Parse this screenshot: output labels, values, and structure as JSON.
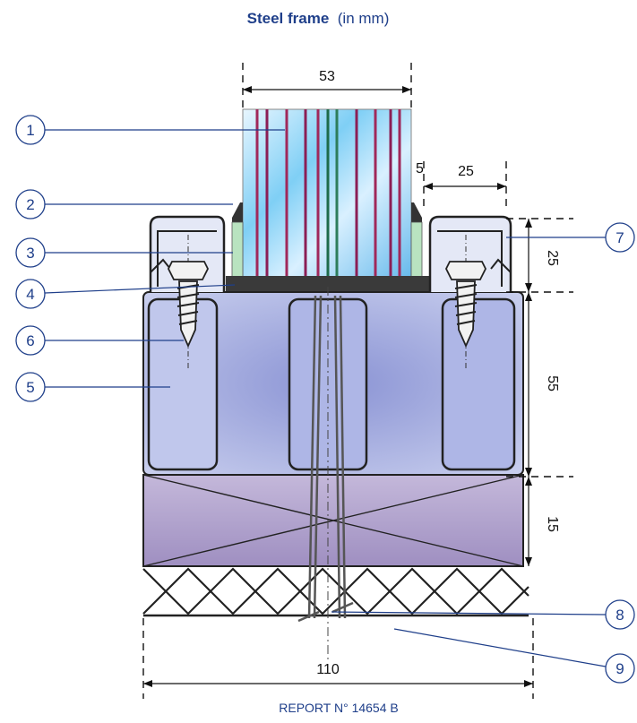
{
  "title": {
    "bold": "Steel frame",
    "normal": "(in mm)"
  },
  "dimensions": {
    "glass_width": "53",
    "gap": "5",
    "cap_width": "25",
    "cap_height": "25",
    "frame_height": "55",
    "block_height": "15",
    "total_width": "110"
  },
  "callouts": [
    "1",
    "2",
    "3",
    "4",
    "5",
    "6",
    "7",
    "8",
    "9"
  ],
  "report": "REPORT N° 14654 B",
  "colors": {
    "accent": "#1f3f8a",
    "glass": "#8fd0f0",
    "frame": "#9aa6d8",
    "block": "#b4a7cf",
    "gasket": "#b9e3c0",
    "seal": "#333333"
  }
}
